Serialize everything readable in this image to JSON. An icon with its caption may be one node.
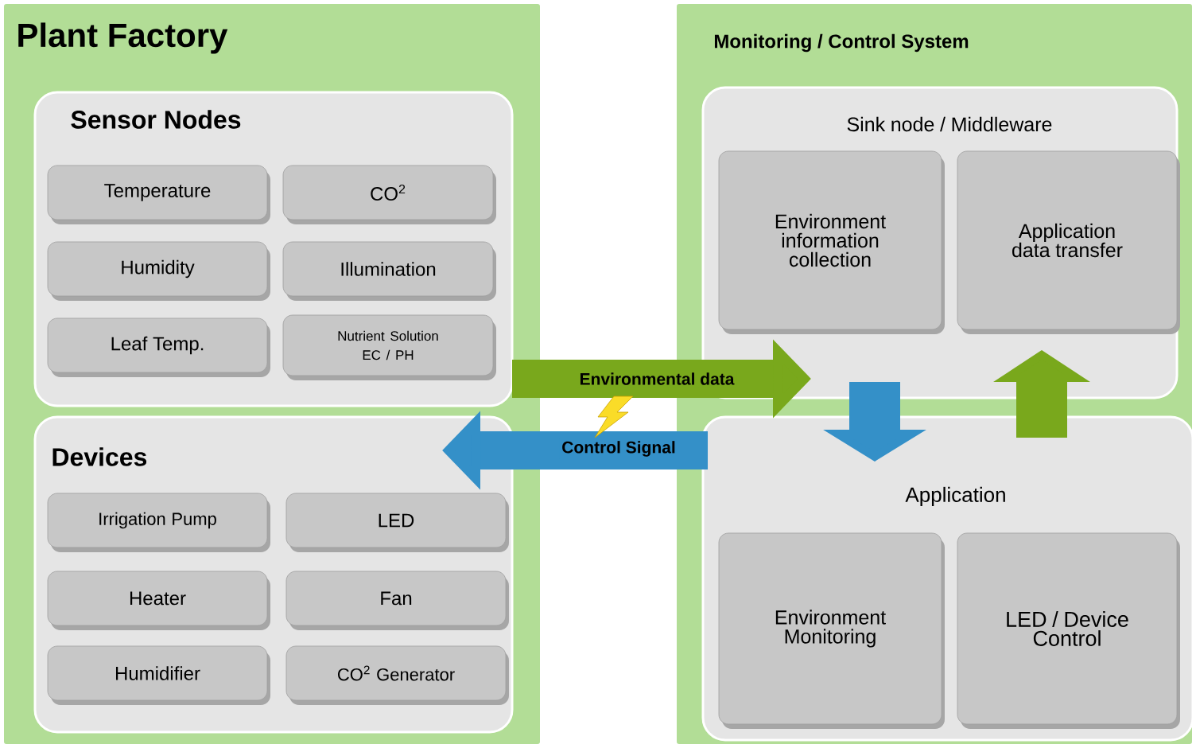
{
  "diagram": {
    "nodes": [
      {
        "text": [
          "Plant Factory"
        ]
      },
      {
        "text": [
          "Sensor Nodes"
        ],
        "in": 0
      },
      {
        "text": [
          "Temperature"
        ],
        "in": 1
      },
      {
        "text": [
          "CO$^{2}$"
        ],
        "in": 1
      },
      {
        "text": [
          "Humidity"
        ],
        "in": 1
      },
      {
        "text": [
          "Illumination"
        ],
        "in": 1
      },
      {
        "text": [
          "Leaf Temp."
        ],
        "in": 1
      },
      {
        "text": [
          "Nutrient Solution EC / PH"
        ],
        "in": 1
      },
      {
        "text": [
          "Devices"
        ],
        "in": 0
      },
      {
        "text": [
          "Irrigation Pump"
        ],
        "in": 8
      },
      {
        "text": [
          "LED"
        ],
        "in": 8
      },
      {
        "text": [
          "Heater"
        ],
        "in": 8
      },
      {
        "text": [
          "Fan"
        ],
        "in": 8
      },
      {
        "text": [
          "Humidifier"
        ],
        "in": 8
      },
      {
        "text": [
          "CO$^{2}$ Generator"
        ],
        "in": 8
      },
      {
        "text": [
          "Monitoring / Control System"
        ]
      },
      {
        "text": [
          "Sink node / Middleware"
        ],
        "in": 15
      },
      {
        "text": [
          "Environment information collection"
        ],
        "in": 16
      },
      {
        "text": [
          "Application data transfer"
        ],
        "in": 16
      },
      {
        "text": [
          "Application"
        ],
        "in": 15
      },
      {
        "text": [
          "Environment Monitoring"
        ],
        "in": 19
      },
      {
        "text": [
          "LED / Device Control"
        ],
        "in": 19
      }
    ],
    "edges": [
      {
        "from": 1,
        "to": 16,
        "arrow": "to",
        "label": "Environmental data",
        "color": "#79a81c"
      },
      {
        "from": 19,
        "to": 8,
        "arrow": "to",
        "label": "Control Signal",
        "color": "#3490c8"
      },
      {
        "from": 16,
        "to": 19,
        "arrow": "to",
        "color": "#3490c8"
      },
      {
        "from": 19,
        "to": 16,
        "arrow": "to",
        "color": "#79a81c"
      }
    ]
  }
}
